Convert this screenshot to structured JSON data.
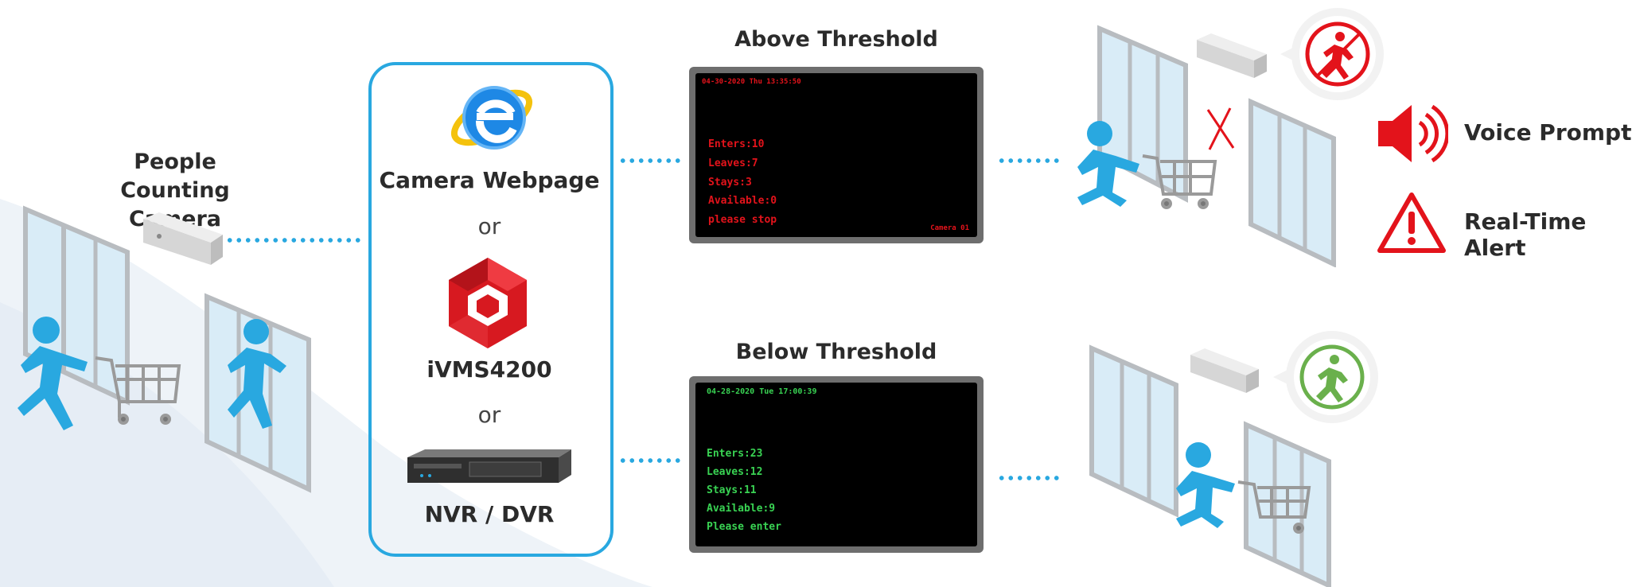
{
  "colors": {
    "accent": "#29a8e0",
    "alert": "#e3131b",
    "ok": "#6ab04c",
    "screen_red": "#e3131b",
    "screen_green": "#39d353"
  },
  "left": {
    "camera_label_line1": "People Counting",
    "camera_label_line2": "Camera"
  },
  "middle": {
    "webpage_label": "Camera Webpage",
    "or_1": "or",
    "ivms_label": "iVMS4200",
    "or_2": "or",
    "nvr_label": "NVR / DVR",
    "icons": [
      "internet-explorer-icon",
      "ivms-logo-icon",
      "nvr-device-icon"
    ]
  },
  "above": {
    "title": "Above Threshold",
    "timestamp": "04-30-2020 Thu 13:35:50",
    "lines": [
      "Enters:10",
      "Leaves:7",
      "Stays:3",
      "Available:0",
      "please stop"
    ],
    "corner": "Camera 01"
  },
  "below": {
    "title": "Below Threshold",
    "timestamp": "04-28-2020 Tue 17:00:39",
    "lines": [
      "Enters:23",
      "Leaves:12",
      "Stays:11",
      "Available:9",
      "Please enter"
    ]
  },
  "alerts": {
    "voice": "Voice Prompt",
    "realtime": "Real-Time Alert"
  }
}
